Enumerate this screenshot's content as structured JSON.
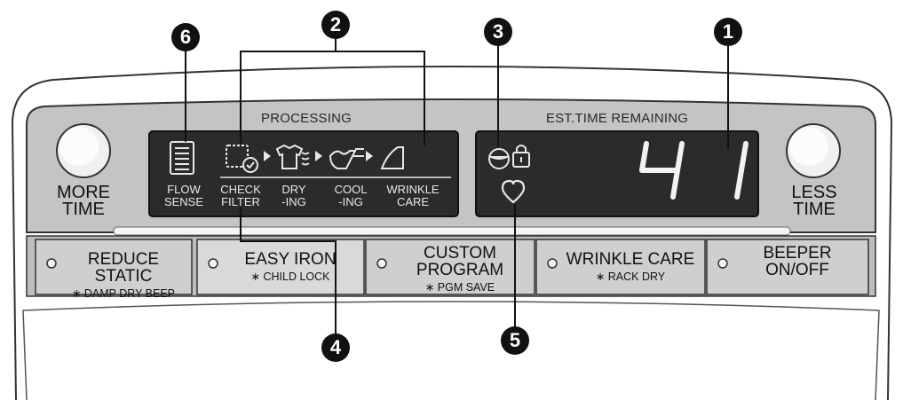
{
  "panel": {
    "processing_header": "PROCESSING",
    "time_header": "EST.TIME REMAINING",
    "time_digits": "41",
    "more_time": [
      "MORE",
      "TIME"
    ],
    "less_time": [
      "LESS",
      "TIME"
    ]
  },
  "display_labels": {
    "flow_sense": [
      "FLOW",
      "SENSE"
    ],
    "check_filter": [
      "CHECK",
      "FILTER"
    ],
    "drying": [
      "DRY",
      "-ING"
    ],
    "cooling": [
      "COOL",
      "-ING"
    ],
    "wrinkle_care": [
      "WRINKLE",
      "CARE"
    ]
  },
  "buttons": [
    {
      "main": [
        "REDUCE STATIC"
      ],
      "sub": "∗ DAMP DRY BEEP"
    },
    {
      "main": [
        "EASY IRON"
      ],
      "sub": "∗ CHILD LOCK"
    },
    {
      "main": [
        "CUSTOM",
        "PROGRAM"
      ],
      "sub": "∗ PGM SAVE"
    },
    {
      "main": [
        "WRINKLE CARE"
      ],
      "sub": "∗ RACK DRY"
    },
    {
      "main": [
        "BEEPER",
        "ON/OFF"
      ],
      "sub": ""
    }
  ],
  "callouts": [
    "1",
    "2",
    "3",
    "4",
    "5",
    "6"
  ],
  "colors": {
    "display_bg": "#2b2b2b",
    "panel_bg": "#c4c4c4",
    "button_bg": "#cfcfcf",
    "digit_color": "#f2f2f2",
    "callout_bg": "#111111"
  },
  "icons": [
    "flow-sense-icon",
    "check-filter-icon",
    "drying-shirt-icon",
    "cooling-icon",
    "wrinkle-care-iron-icon",
    "dry-level-icon",
    "child-lock-icon",
    "heart-icon",
    "knob-icon",
    "button-led-icon"
  ]
}
